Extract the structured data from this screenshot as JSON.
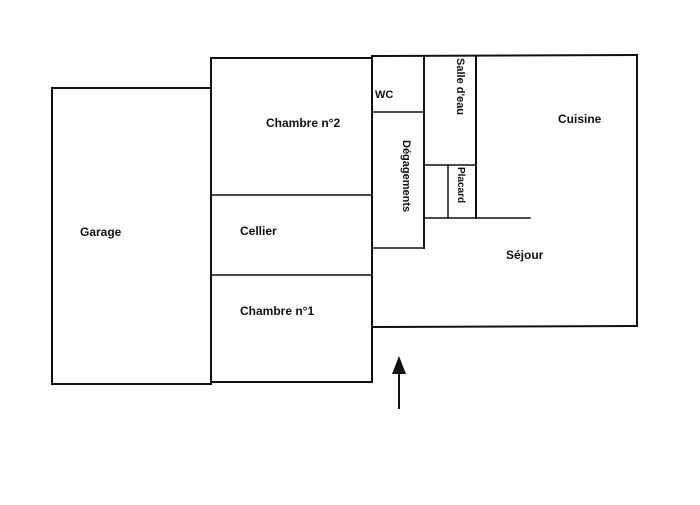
{
  "plan": {
    "type": "floor-plan",
    "wall_color": "#111111",
    "background": "#ffffff",
    "rooms": [
      {
        "id": "garage",
        "label": "Garage",
        "orientation": "horizontal"
      },
      {
        "id": "chambre2",
        "label": "Chambre n°2",
        "orientation": "horizontal"
      },
      {
        "id": "cellier",
        "label": "Cellier",
        "orientation": "horizontal"
      },
      {
        "id": "chambre1",
        "label": "Chambre n°1",
        "orientation": "horizontal"
      },
      {
        "id": "wc",
        "label": "WC",
        "orientation": "horizontal"
      },
      {
        "id": "degagements",
        "label": "Dégagements",
        "orientation": "vertical"
      },
      {
        "id": "salle-eau",
        "label": "Salle d'eau",
        "orientation": "vertical"
      },
      {
        "id": "placard",
        "label": "Placard",
        "orientation": "vertical"
      },
      {
        "id": "cuisine",
        "label": "Cuisine",
        "orientation": "horizontal"
      },
      {
        "id": "sejour",
        "label": "Séjour",
        "orientation": "horizontal"
      }
    ],
    "entrance": {
      "label": "entrance-arrow",
      "direction": "up"
    }
  }
}
